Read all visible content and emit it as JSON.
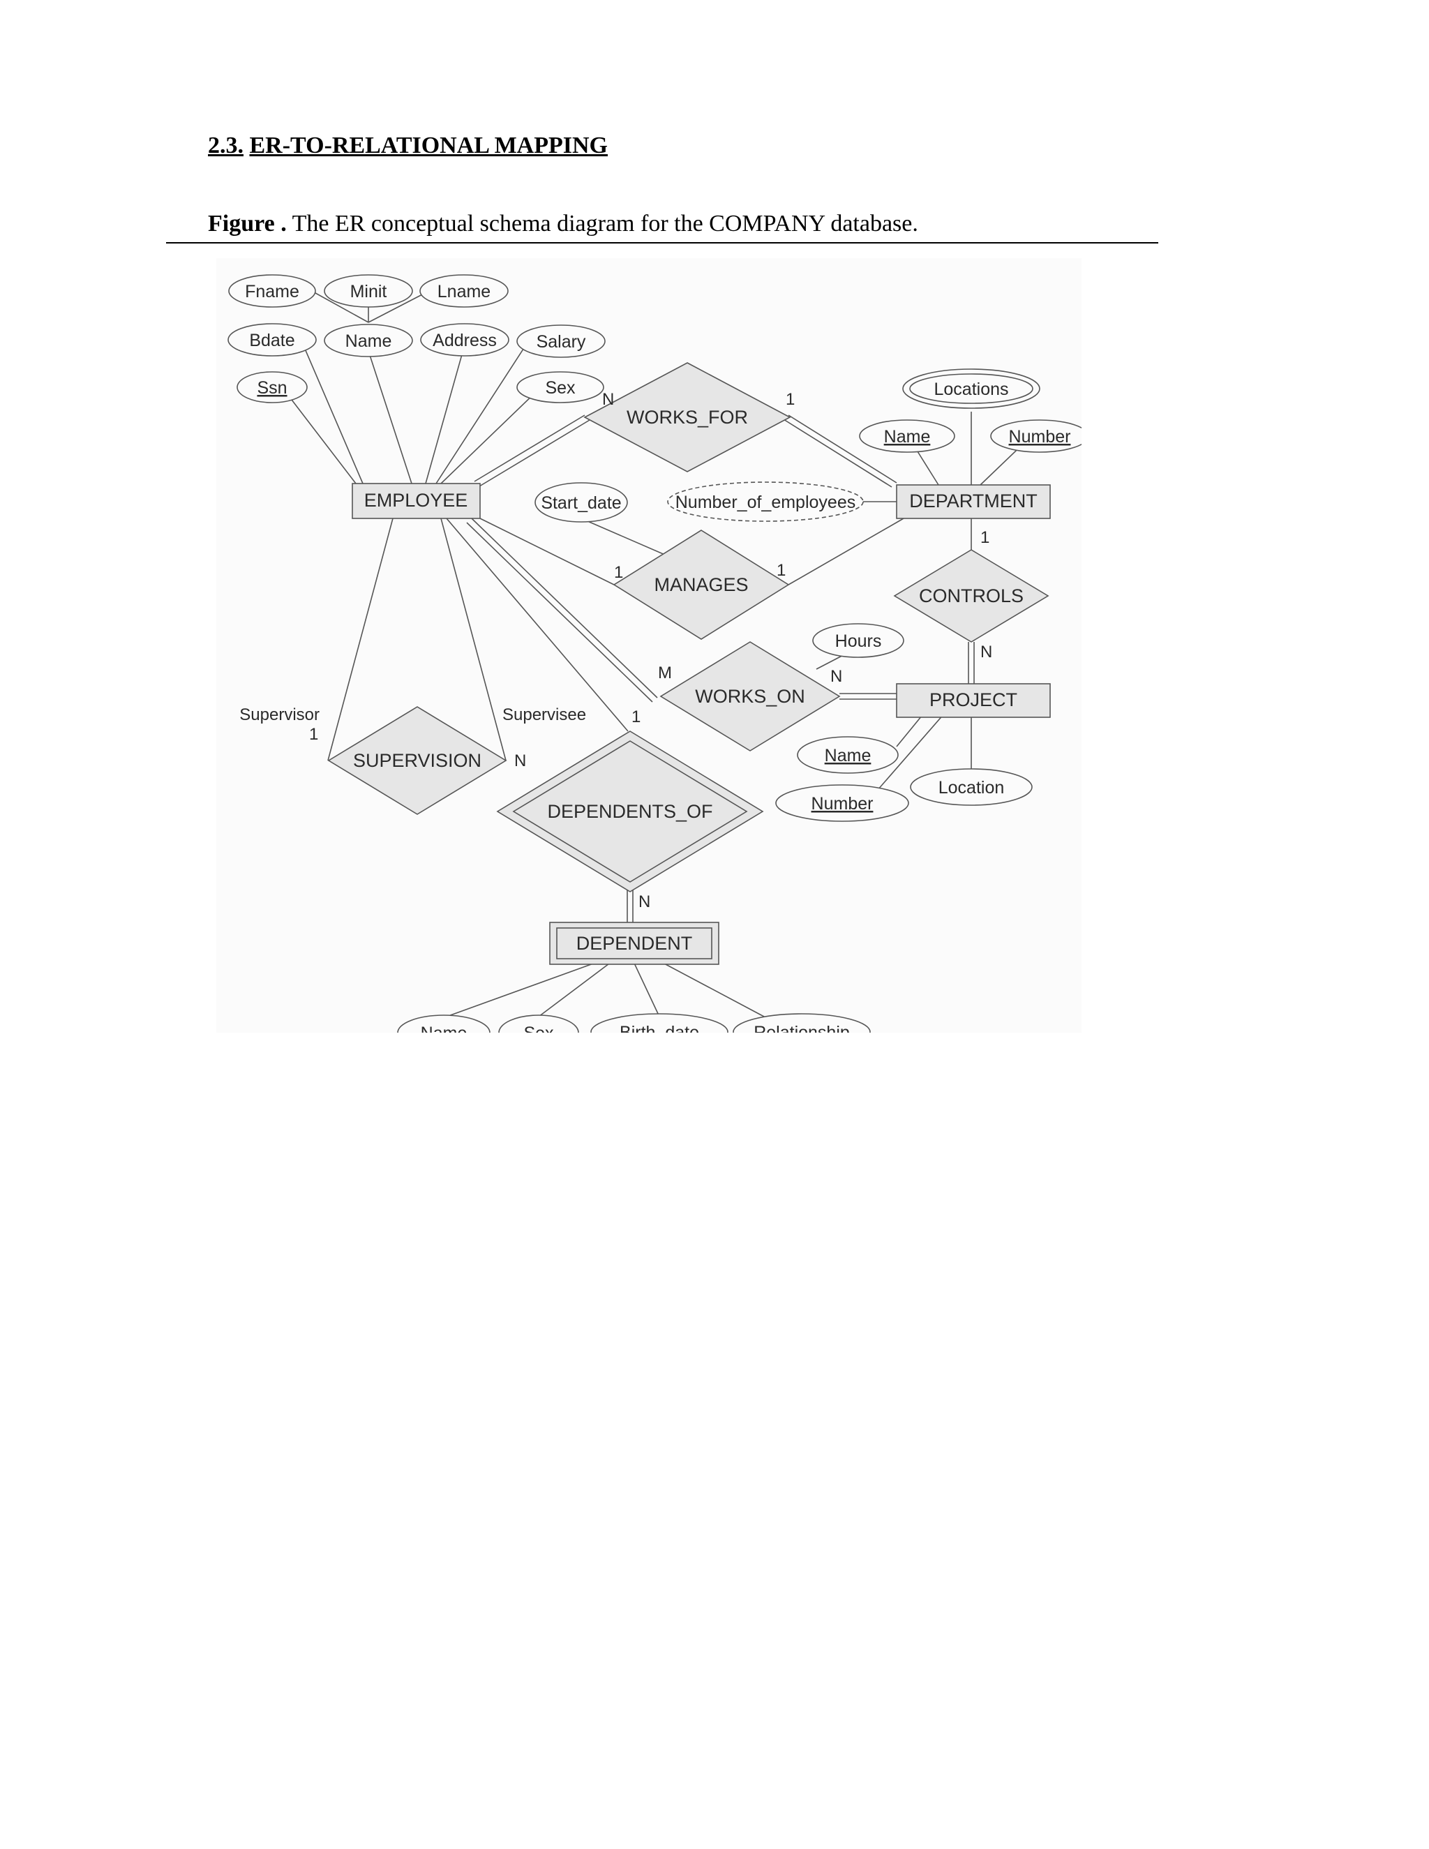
{
  "page": {
    "section_number": "2.3.",
    "section_title": "ER-TO-RELATIONAL MAPPING",
    "figure_label": "Figure .",
    "figure_caption": " The ER conceptual schema diagram for the COMPANY database."
  },
  "diagram": {
    "entities": {
      "employee": "EMPLOYEE",
      "department": "DEPARTMENT",
      "project": "PROJECT",
      "dependent": "DEPENDENT"
    },
    "relationships": {
      "works_for": "WORKS_FOR",
      "manages": "MANAGES",
      "works_on": "WORKS_ON",
      "controls": "CONTROLS",
      "supervision": "SUPERVISION",
      "dependents_of": "DEPENDENTS_OF"
    },
    "attributes": {
      "fname": "Fname",
      "minit": "Minit",
      "lname": "Lname",
      "bdate": "Bdate",
      "emp_name": "Name",
      "address": "Address",
      "salary": "Salary",
      "ssn": "Ssn",
      "emp_sex": "Sex",
      "locations": "Locations",
      "dept_name": "Name",
      "dept_number": "Number",
      "start_date": "Start_date",
      "number_of_employees": "Number_of_employees",
      "hours": "Hours",
      "proj_name": "Name",
      "proj_number": "Number",
      "proj_location": "Location",
      "dep_name": "Name",
      "dep_sex": "Sex",
      "birth_date": "Birth_date",
      "relationship": "Relationship"
    },
    "roles": {
      "supervisor": "Supervisor",
      "supervisee": "Supervisee"
    },
    "cardinalities": {
      "works_for_emp": "N",
      "works_for_dept": "1",
      "manages_emp": "1",
      "manages_dept": "1",
      "controls_dept": "1",
      "controls_proj": "N",
      "works_on_emp": "M",
      "works_on_proj": "N",
      "supervisor": "1",
      "supervisee": "N",
      "dependents_of_emp": "1",
      "dependents_of_dep": "N"
    }
  }
}
